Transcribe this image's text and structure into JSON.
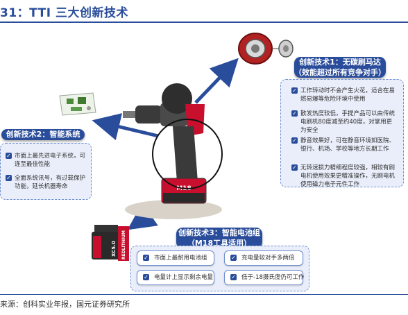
{
  "title": "31：TTI 三大创新技术",
  "source": "来源：创科实业年报，国元证券研究所",
  "colors": {
    "accent": "#2a4d9b",
    "card_bg": "#e9eefa",
    "drill_red": "#c8102e"
  },
  "innovation1": {
    "title_line1": "创新技术1：无碳刷马达",
    "title_line2": "（效能超过所有竞争对手）",
    "bullets": [
      "工作转动时不会产生火花，适合在易燃易爆等危险环境中使用",
      "散发热度较低，手提产品可以由传统电刷机80度减至约40度，对掌用更为安全",
      "静音效果好，可在静音环境如医院、银行、机场、学校等地方长期工作",
      "无转速损力精细程度较强，相较有刷电机使用效果更精准操作，无刷电机使用磁力电子元件工作"
    ]
  },
  "innovation2": {
    "title": "创新技术2：智能系统",
    "bullets": [
      "市面上最先进电子系统，可连至最佳性能",
      "全面系统讯号，有过载保护功能，延长机器寿命"
    ]
  },
  "innovation3": {
    "title_line1": "创新技术3：智能电池组",
    "title_line2": "（M18工具适用）",
    "items": [
      "市面上最耐用电池组",
      "充电量较对手多两倍",
      "电量计上显示剩余电量",
      "低于-18摄氏度仍可工作"
    ]
  },
  "battery_labels": {
    "brand": "REDLITHIUM",
    "model": "XC5.0",
    "drill_battery": "M18"
  },
  "icons": [
    "brushless-motor-image",
    "circuit-board-image",
    "drill-image",
    "battery-pack-image",
    "arrow-icon"
  ]
}
